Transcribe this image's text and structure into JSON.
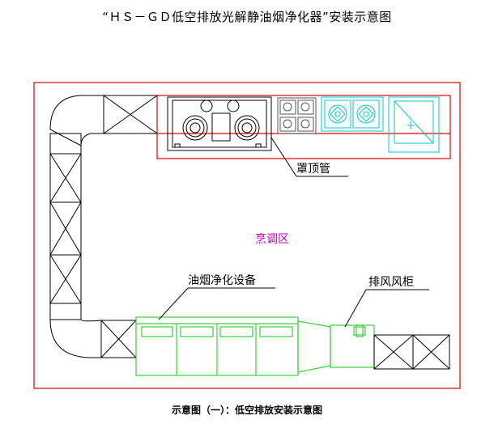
{
  "title": "“ＨＳ－ＧＤ低空排放光解静油烟净化器”安装示意图",
  "caption": "示意图（一）：低空排放安装示意图",
  "labels": {
    "hood": "罩顶管",
    "kitchen": "烹调区",
    "purifier": "油烟净化设备",
    "fan": "排风风柜"
  },
  "colors": {
    "room_border": "#e00000",
    "purifier": "#39d039",
    "fixtures": "#00c8d8",
    "kitchen_text": "#c000c0"
  }
}
